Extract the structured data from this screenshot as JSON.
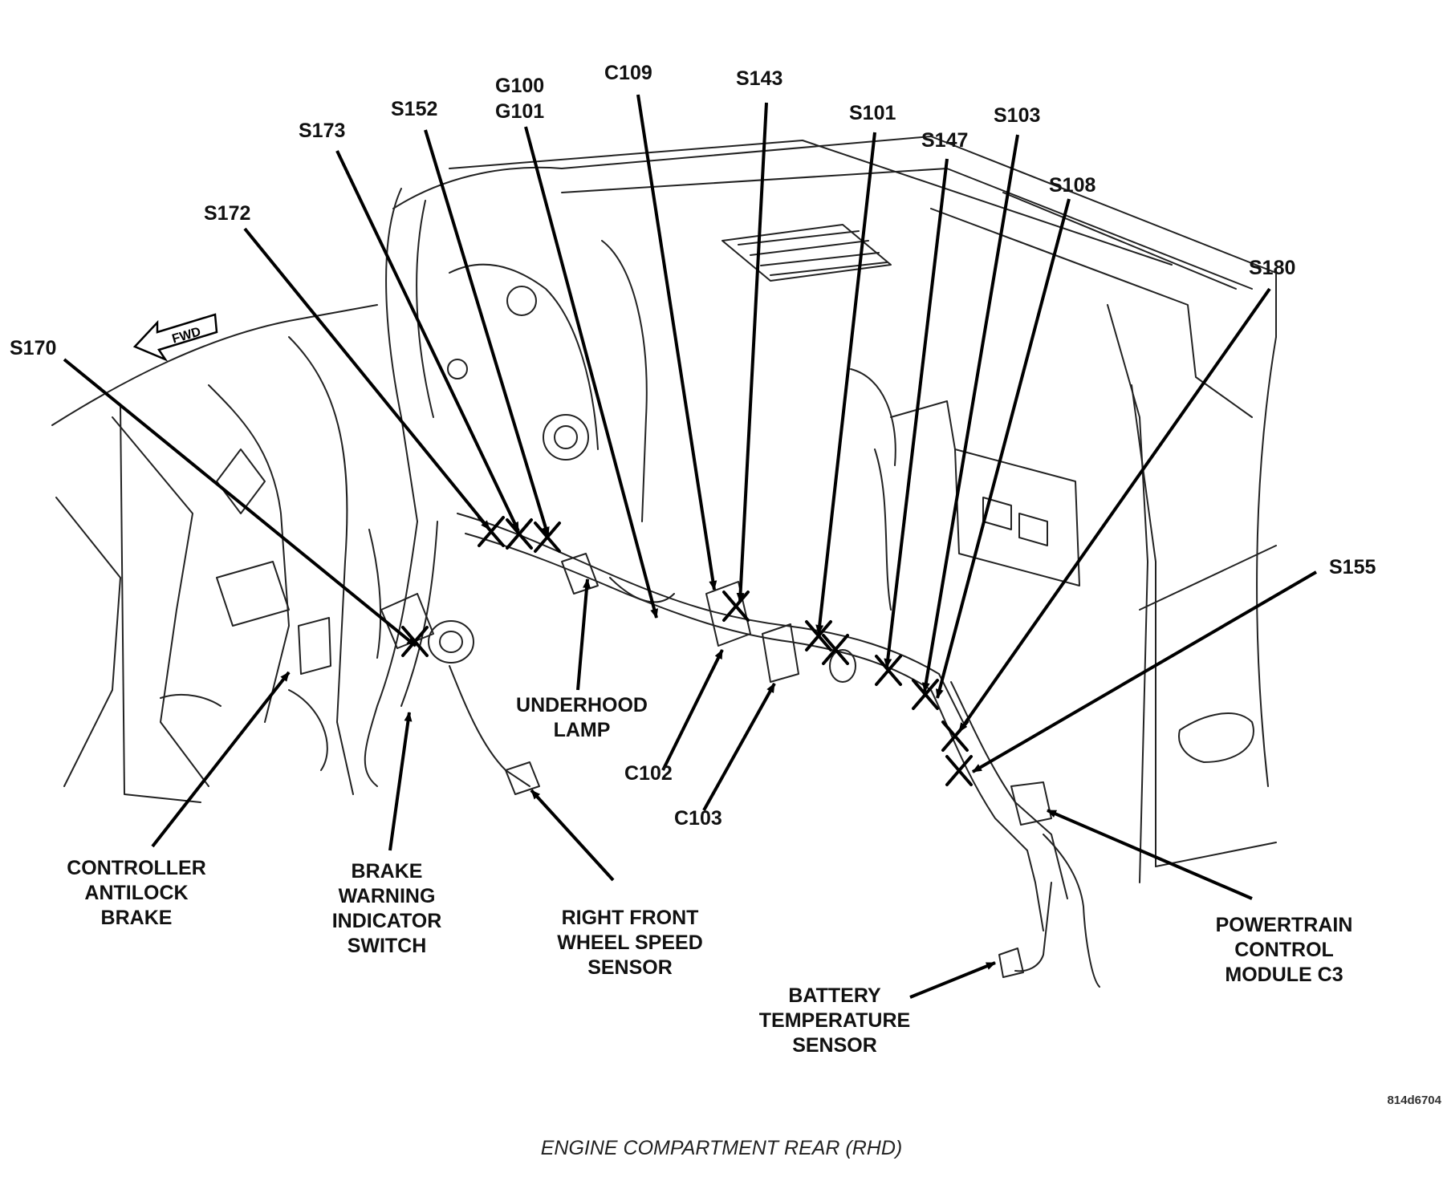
{
  "caption": "ENGINE COMPARTMENT REAR (RHD)",
  "figure_id": "814d6704",
  "fwd_label": "FWD",
  "labels": {
    "s170": "S170",
    "s172": "S172",
    "s173": "S173",
    "s152": "S152",
    "g100": "G100",
    "g101": "G101",
    "c109": "C109",
    "s143": "S143",
    "s101": "S101",
    "s147": "S147",
    "s103": "S103",
    "s108": "S108",
    "s180": "S180",
    "s155": "S155",
    "underhood_lamp": "UNDERHOOD\nLAMP",
    "c102": "C102",
    "c103": "C103",
    "controller_antilock_brake": "CONTROLLER\nANTILOCK\nBRAKE",
    "brake_warning_indicator_switch": "BRAKE\nWARNING\nINDICATOR\nSWITCH",
    "right_front_wheel_speed_sensor": "RIGHT FRONT\nWHEEL SPEED\nSENSOR",
    "battery_temperature_sensor": "BATTERY\nTEMPERATURE\nSENSOR",
    "powertrain_control_module_c3": "POWERTRAIN\nCONTROL\nMODULE C3"
  }
}
